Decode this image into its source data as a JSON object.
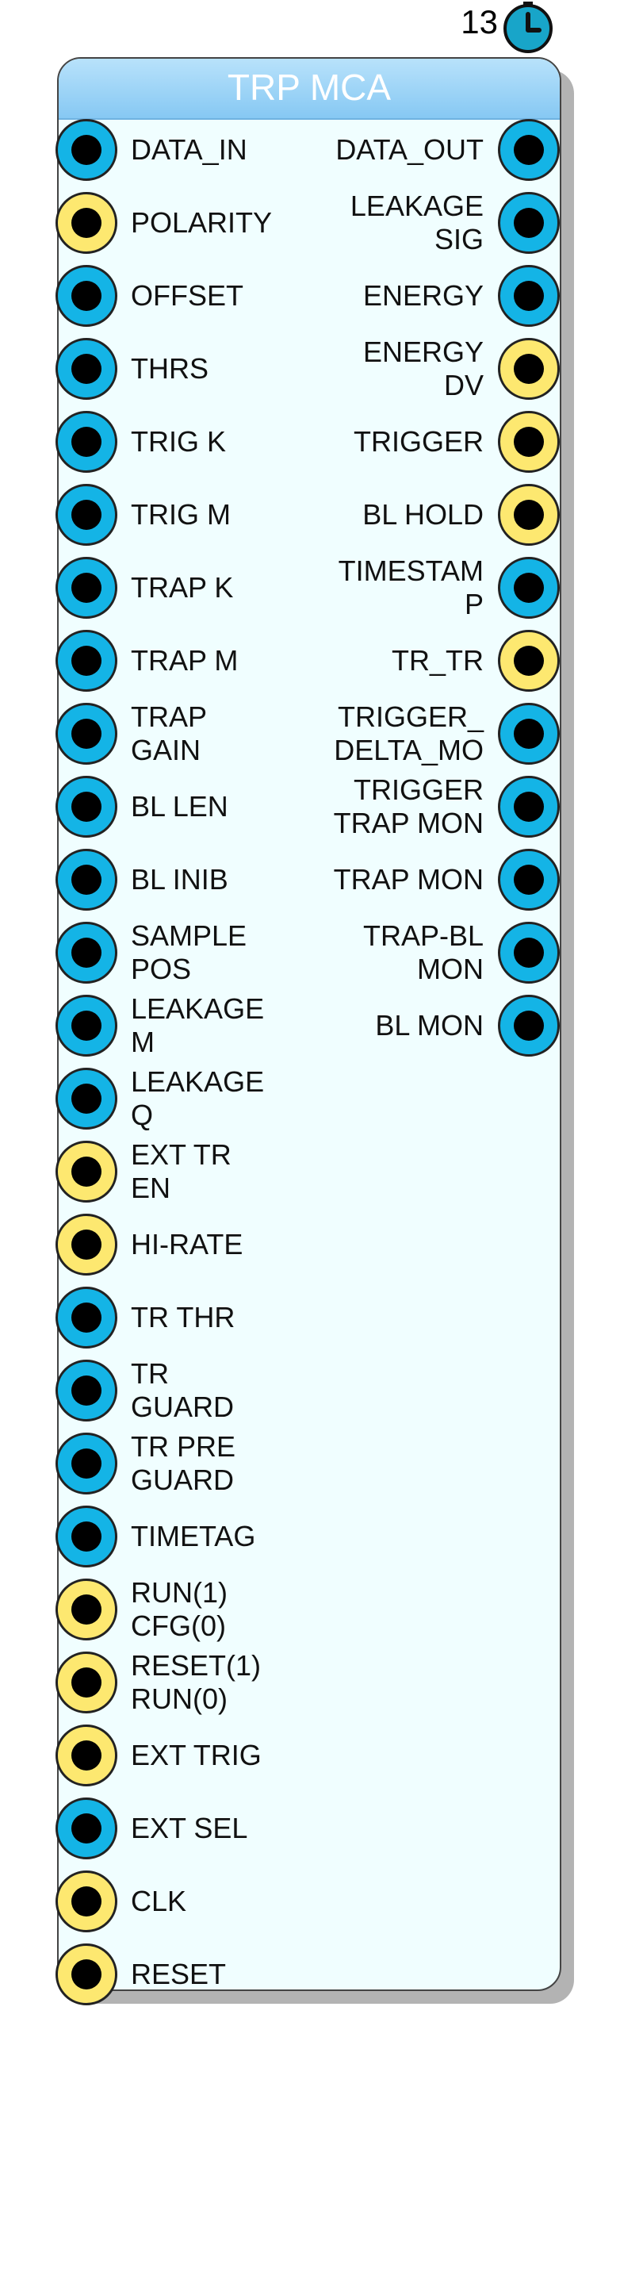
{
  "badge": {
    "number": "13",
    "icon": "clock-icon"
  },
  "block": {
    "title": "TRP MCA"
  },
  "colors": {
    "blue": "#14b4e6",
    "yellow": "#fde870",
    "header": "#9dd5f7",
    "body": "#f0feff"
  },
  "inputs": [
    {
      "label": "DATA_IN",
      "color": "blue"
    },
    {
      "label": "POLARITY",
      "color": "yellow"
    },
    {
      "label": "OFFSET",
      "color": "blue"
    },
    {
      "label": "THRS",
      "color": "blue"
    },
    {
      "label": "TRIG K",
      "color": "blue"
    },
    {
      "label": "TRIG M",
      "color": "blue"
    },
    {
      "label": "TRAP K",
      "color": "blue"
    },
    {
      "label": "TRAP M",
      "color": "blue"
    },
    {
      "label": "TRAP\nGAIN",
      "color": "blue"
    },
    {
      "label": "BL LEN",
      "color": "blue"
    },
    {
      "label": "BL INIB",
      "color": "blue"
    },
    {
      "label": "SAMPLE\nPOS",
      "color": "blue"
    },
    {
      "label": "LEAKAGE\nM",
      "color": "blue"
    },
    {
      "label": "LEAKAGE\nQ",
      "color": "blue"
    },
    {
      "label": "EXT TR\nEN",
      "color": "yellow"
    },
    {
      "label": "HI-RATE",
      "color": "yellow"
    },
    {
      "label": "TR THR",
      "color": "blue"
    },
    {
      "label": "TR\nGUARD",
      "color": "blue"
    },
    {
      "label": "TR PRE\nGUARD",
      "color": "blue"
    },
    {
      "label": "TIMETAG",
      "color": "blue"
    },
    {
      "label": "RUN(1)\nCFG(0)",
      "color": "yellow"
    },
    {
      "label": "RESET(1)\nRUN(0)",
      "color": "yellow"
    },
    {
      "label": "EXT TRIG",
      "color": "yellow"
    },
    {
      "label": "EXT SEL",
      "color": "blue"
    },
    {
      "label": "CLK",
      "color": "yellow"
    },
    {
      "label": "RESET",
      "color": "yellow"
    }
  ],
  "outputs": [
    {
      "label": "DATA_OUT",
      "color": "blue"
    },
    {
      "label": "LEAKAGE\nSIG",
      "color": "blue"
    },
    {
      "label": "ENERGY",
      "color": "blue"
    },
    {
      "label": "ENERGY\nDV",
      "color": "yellow"
    },
    {
      "label": "TRIGGER",
      "color": "yellow"
    },
    {
      "label": "BL HOLD",
      "color": "yellow"
    },
    {
      "label": "TIMESTAM\nP",
      "color": "blue"
    },
    {
      "label": "TR_TR",
      "color": "yellow"
    },
    {
      "label": "TRIGGER_\nDELTA_MO",
      "color": "blue"
    },
    {
      "label": "TRIGGER\nTRAP MON",
      "color": "blue"
    },
    {
      "label": "TRAP MON",
      "color": "blue"
    },
    {
      "label": "TRAP-BL\nMON",
      "color": "blue"
    },
    {
      "label": "BL MON",
      "color": "blue"
    }
  ]
}
